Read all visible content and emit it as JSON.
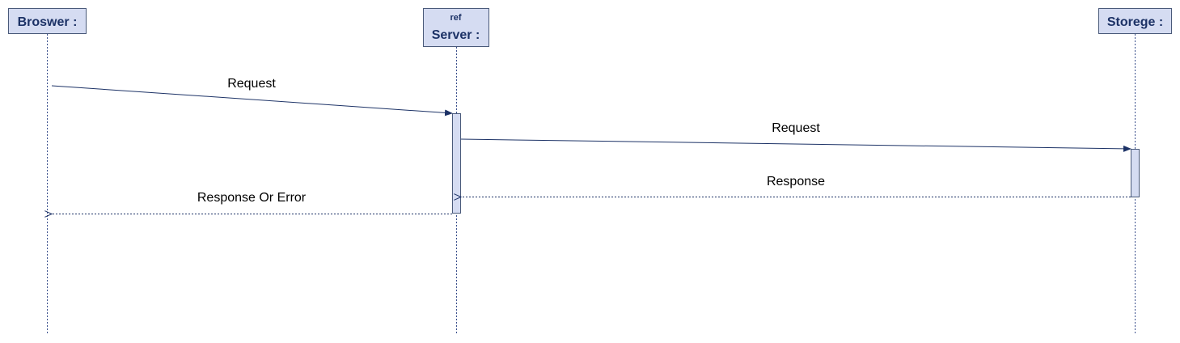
{
  "lifelines": {
    "browser": {
      "name": "Broswer :"
    },
    "server": {
      "stereotype": "ref",
      "name": "Server :"
    },
    "storage": {
      "name": "Storege :"
    }
  },
  "messages": {
    "browser_to_server": {
      "label": "Request",
      "kind": "synchronous"
    },
    "server_to_storage": {
      "label": "Request",
      "kind": "synchronous"
    },
    "storage_to_server": {
      "label": "Response",
      "kind": "return"
    },
    "server_to_browser": {
      "label": "Response Or Error",
      "kind": "return"
    }
  },
  "colors": {
    "box_fill": "#d5dcf2",
    "box_stroke": "#4a5a7a",
    "text_navy": "#1c3266",
    "line_navy": "#3a4f8c"
  }
}
